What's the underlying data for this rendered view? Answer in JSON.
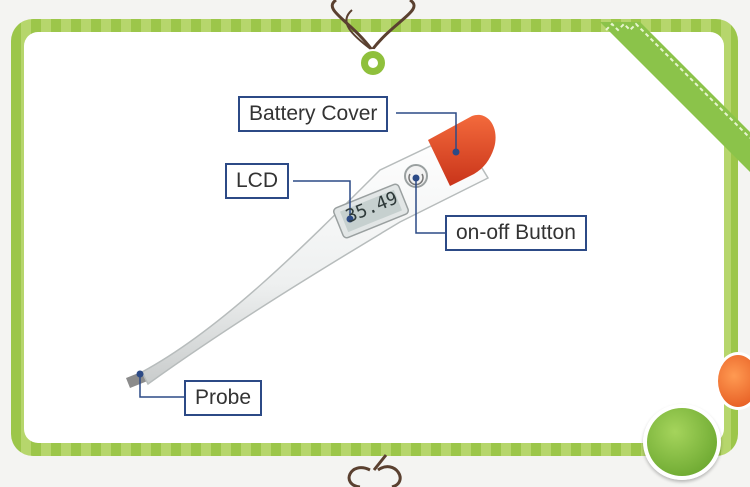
{
  "callouts": {
    "battery_cover": "Battery Cover",
    "lcd": "LCD",
    "on_off_button": "on-off Button",
    "probe": "Probe"
  },
  "lcd_display": "35.49",
  "colors": {
    "frame_green": "#9cc64a",
    "callout_border": "#2c4a86",
    "cap_orange": "#e4471e",
    "bow_brown": "#5a4030"
  }
}
